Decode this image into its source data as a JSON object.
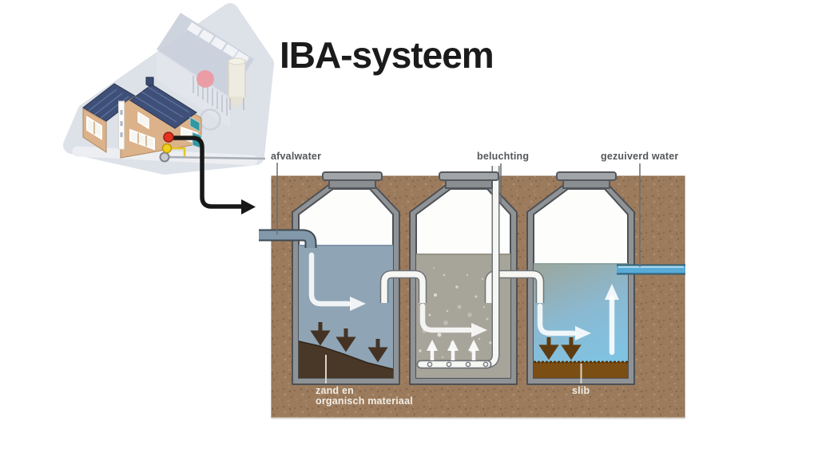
{
  "title": "IBA-systeem",
  "diagram": {
    "labels": {
      "inlet": "afvalwater",
      "aeration": "beluchting",
      "outlet": "gezuiverd water",
      "sediment_line1": "zand en",
      "sediment_line2": "organisch materiaal",
      "sludge": "slib"
    },
    "colors": {
      "soil": "#9c7b5d",
      "tank_wall": "#909396",
      "tank_interior": "#fdfdfc",
      "tank1_water": "#8fa5b6",
      "tank2_water": "#a7a49a",
      "tank3_water_top": "#9ca69b",
      "tank3_water_bottom": "#7fc3e2",
      "sediment": "#493727",
      "sludge": "#7b4e14",
      "inlet_pipe": "#8298ab",
      "outlet_pipe": "#58abd6",
      "roof_blue": "#3f5078",
      "house_tan": "#dcb28a",
      "accent_red": "#e33422",
      "accent_yellow": "#f2d11c"
    }
  }
}
